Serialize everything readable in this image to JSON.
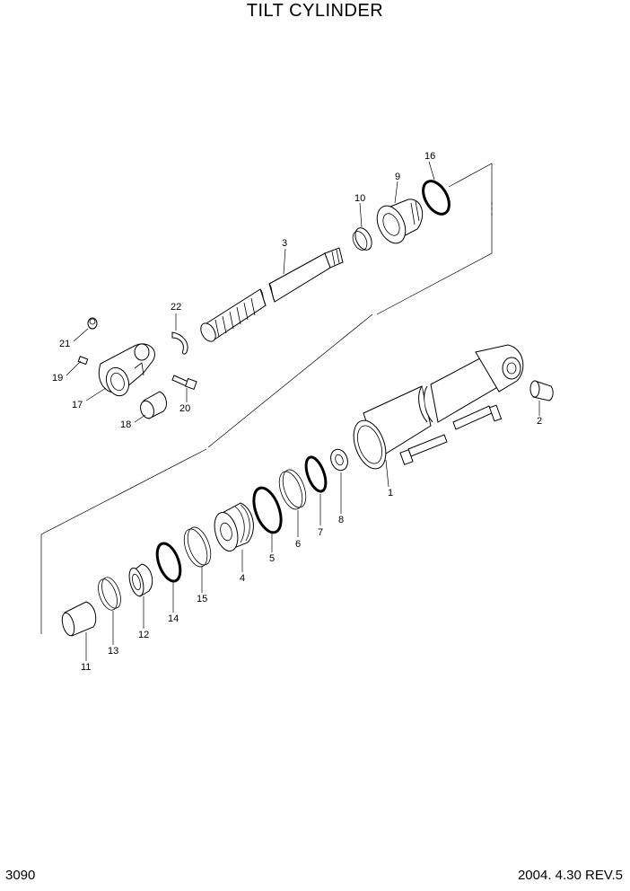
{
  "title": "TILT CYLINDER",
  "page_number": "3090",
  "revision": "2004. 4.30 REV.5",
  "callouts": [
    {
      "id": "c1",
      "label": "1"
    },
    {
      "id": "c2",
      "label": "2"
    },
    {
      "id": "c3",
      "label": "3"
    },
    {
      "id": "c4",
      "label": "4"
    },
    {
      "id": "c5",
      "label": "5"
    },
    {
      "id": "c6",
      "label": "6"
    },
    {
      "id": "c7",
      "label": "7"
    },
    {
      "id": "c8",
      "label": "8"
    },
    {
      "id": "c9",
      "label": "9"
    },
    {
      "id": "c10",
      "label": "10"
    },
    {
      "id": "c11",
      "label": "11"
    },
    {
      "id": "c12",
      "label": "12"
    },
    {
      "id": "c13",
      "label": "13"
    },
    {
      "id": "c14",
      "label": "14"
    },
    {
      "id": "c15",
      "label": "15"
    },
    {
      "id": "c16",
      "label": "16"
    },
    {
      "id": "c17",
      "label": "17"
    },
    {
      "id": "c18",
      "label": "18"
    },
    {
      "id": "c19",
      "label": "19"
    },
    {
      "id": "c20",
      "label": "20"
    },
    {
      "id": "c21",
      "label": "21"
    },
    {
      "id": "c22",
      "label": "22"
    }
  ]
}
